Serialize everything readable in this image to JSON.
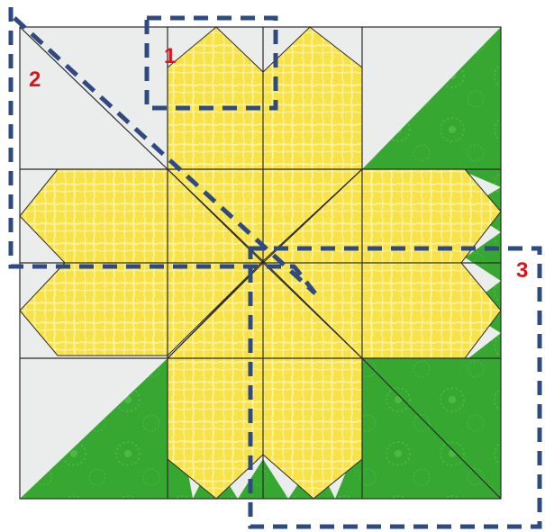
{
  "callouts": [
    {
      "label": "1"
    },
    {
      "label": "2"
    },
    {
      "label": "3"
    }
  ],
  "colors": {
    "background_fabric": "#ebedec",
    "petal_yellow": "#f8e24a",
    "petal_highlight": "#fff6a8",
    "leaf_green": "#36a832",
    "leaf_dark": "#248f24",
    "seam_line": "#2a2a2a",
    "callout_dash": "#2f4a80",
    "callout_text": "#e0121b"
  }
}
